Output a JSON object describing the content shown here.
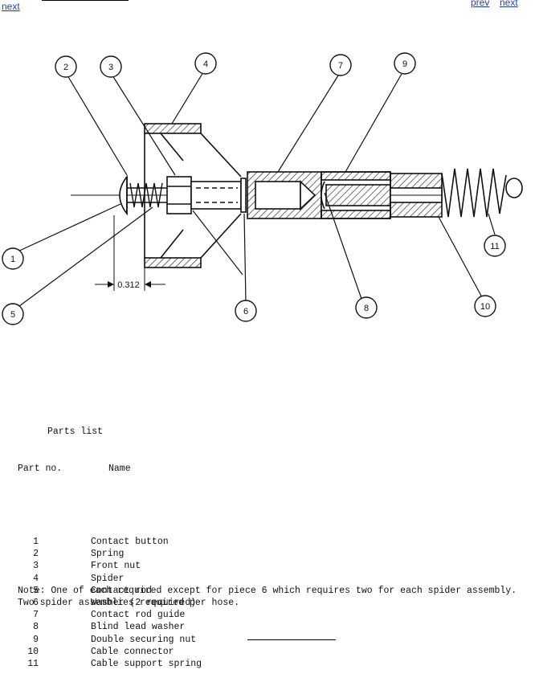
{
  "header": {
    "left_link": "next",
    "right_links": [
      "prev",
      "next"
    ]
  },
  "diagram": {
    "callouts": [
      "1",
      "2",
      "3",
      "4",
      "5",
      "6",
      "7",
      "8",
      "9",
      "10",
      "11"
    ],
    "dimension_label": "0.312"
  },
  "parts_list": {
    "title": "Parts list",
    "col_part_no": "Part no.",
    "col_name": "Name",
    "rows": [
      {
        "no": "1",
        "name": "Contact button"
      },
      {
        "no": "2",
        "name": "Spring"
      },
      {
        "no": "3",
        "name": "Front nut"
      },
      {
        "no": "4",
        "name": "Spider"
      },
      {
        "no": "5",
        "name": "Contact rod"
      },
      {
        "no": "6",
        "name": "Washer (2 required)"
      },
      {
        "no": "7",
        "name": "Contact rod guide"
      },
      {
        "no": "8",
        "name": "Blind lead washer"
      },
      {
        "no": "9",
        "name": "Double securing nut"
      },
      {
        "no": "10",
        "name": "Cable connector"
      },
      {
        "no": "11",
        "name": "Cable support spring"
      }
    ],
    "note": "Note:  One of each required except for piece 6 which requires two for each spider assembly.  Two spider assemblies required per hose."
  }
}
